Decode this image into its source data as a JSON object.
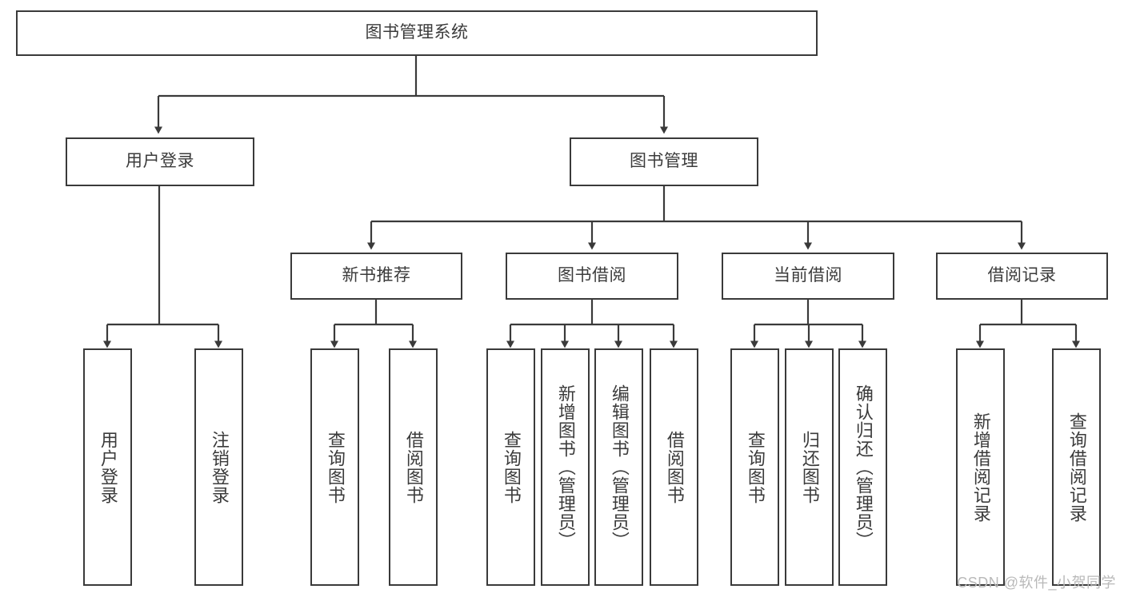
{
  "diagram": {
    "title": "图书管理系统",
    "type": "tree-hierarchy",
    "colors": {
      "box_border": "#3a3a3a",
      "line": "#3a3a3a",
      "text": "#3b3b3b",
      "background": "#ffffff",
      "watermark": "#b9b9b9"
    },
    "root": {
      "label": "图书管理系统"
    },
    "level1": [
      {
        "label": "用户登录"
      },
      {
        "label": "图书管理"
      }
    ],
    "level2": [
      {
        "label": "新书推荐"
      },
      {
        "label": "图书借阅"
      },
      {
        "label": "当前借阅"
      },
      {
        "label": "借阅记录"
      }
    ],
    "leaves": {
      "user_login": [
        {
          "label": "用户登录"
        },
        {
          "label": "注销登录"
        }
      ],
      "new_book_recommend": [
        {
          "label": "查询图书"
        },
        {
          "label": "借阅图书"
        }
      ],
      "book_borrow": [
        {
          "label": "查询图书"
        },
        {
          "label": "新增图书（管理员）"
        },
        {
          "label": "编辑图书（管理员）"
        },
        {
          "label": "借阅图书"
        }
      ],
      "current_borrow": [
        {
          "label": "查询图书"
        },
        {
          "label": "归还图书"
        },
        {
          "label": "确认归还（管理员）"
        }
      ],
      "borrow_records": [
        {
          "label": "新增借阅记录"
        },
        {
          "label": "查询借阅记录"
        }
      ]
    }
  },
  "watermark": {
    "text": "CSDN @软件_小贺同学"
  }
}
